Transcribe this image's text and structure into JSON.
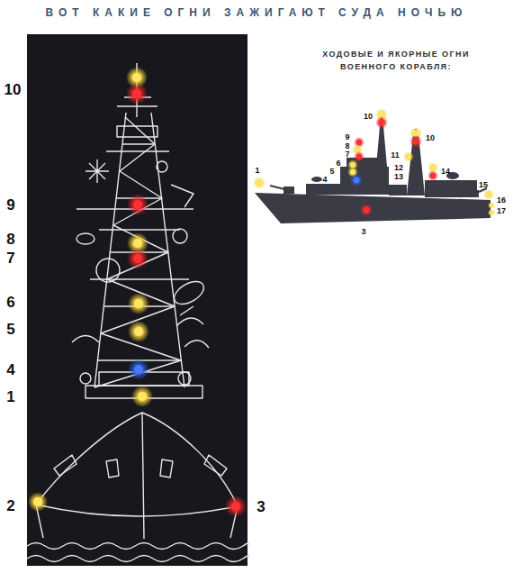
{
  "diagram": {
    "title": "ВОТ КАКИЕ ОГНИ ЗАЖИГАЮТ СУДА НОЧЬЮ",
    "labels": [
      "10",
      "9",
      "8",
      "7",
      "6",
      "5",
      "4",
      "1",
      "2",
      "3",
      "ХОДОВЫЕ И ЯКОРНЫЕ ОГНИ ВОЕННОГО КОРАБЛЯ:",
      "1",
      "10",
      "9",
      "8",
      "7",
      "6",
      "5",
      "4",
      "10",
      "11",
      "12",
      "13",
      "14",
      "15",
      "16",
      "17",
      "3"
    ]
  }
}
